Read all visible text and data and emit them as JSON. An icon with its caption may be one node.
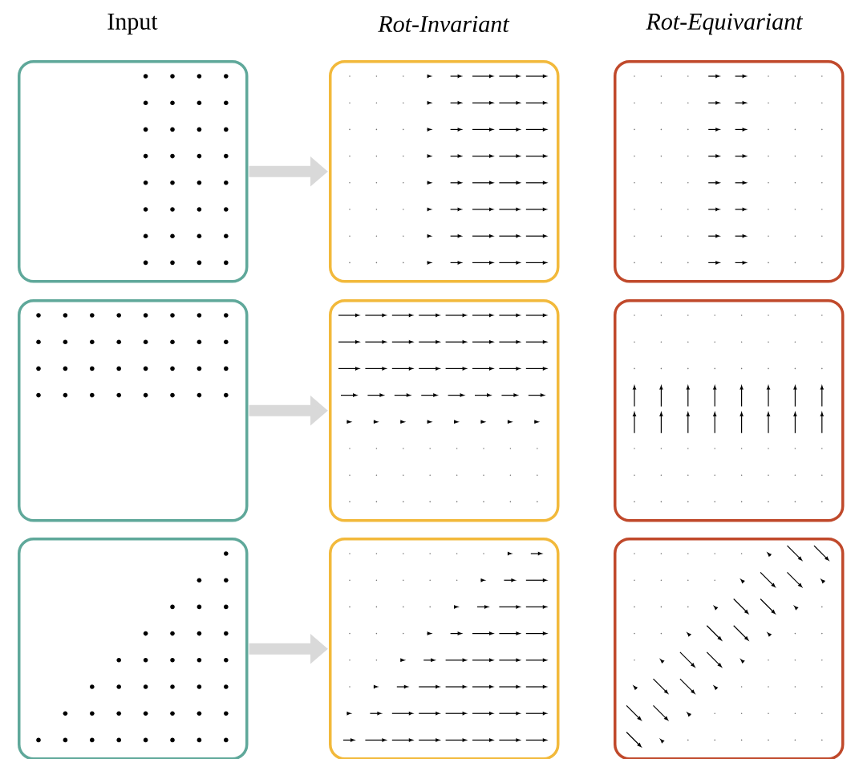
{
  "diagram": {
    "nodes": [
      {
        "text": [],
        "shape": "box"
      },
      {
        "text": [],
        "shape": "box"
      },
      {
        "text": [],
        "shape": "box"
      },
      {
        "text": [],
        "shape": "box"
      },
      {
        "text": [],
        "shape": "box"
      },
      {
        "text": [],
        "shape": "box"
      },
      {
        "text": [],
        "shape": "box"
      },
      {
        "text": [],
        "shape": "box"
      },
      {
        "text": [],
        "shape": "box"
      }
    ],
    "edges": [
      {
        "from": 0,
        "to": 1,
        "arrow": "to"
      },
      {
        "from": 3,
        "to": 4,
        "arrow": "to"
      },
      {
        "from": 6,
        "to": 7,
        "arrow": "to"
      }
    ],
    "labels": [
      "Input",
      "Rot-Invariant",
      "Rot-Equivariant"
    ]
  }
}
